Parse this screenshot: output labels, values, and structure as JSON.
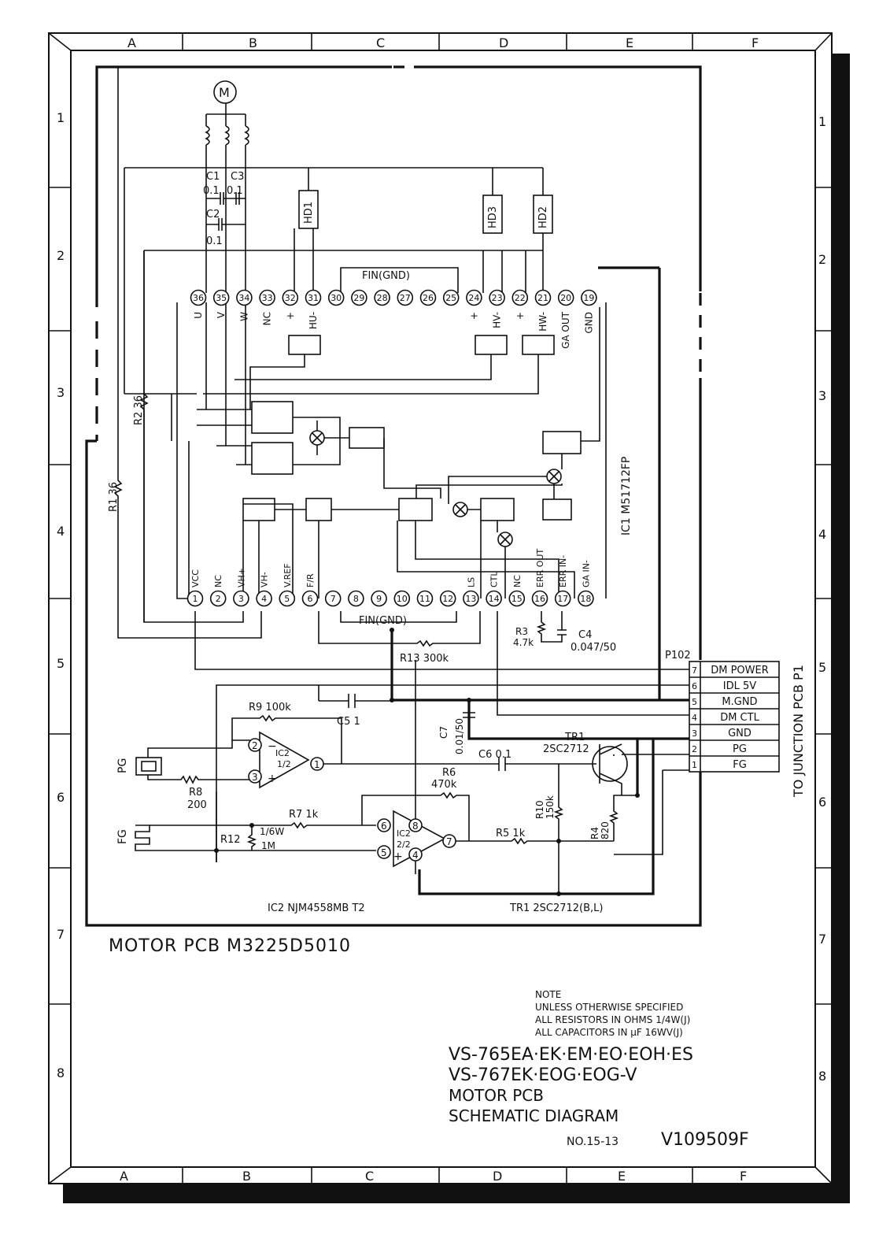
{
  "border": {
    "cols": [
      "A",
      "B",
      "C",
      "D",
      "E",
      "F"
    ],
    "rows": [
      "1",
      "2",
      "3",
      "4",
      "5",
      "6",
      "7",
      "8"
    ]
  },
  "motor": "M",
  "ic1": {
    "part": "IC1 M51712FP",
    "top_pins": [
      "36",
      "35",
      "34",
      "33",
      "32",
      "31",
      "30",
      "29",
      "28",
      "27",
      "26",
      "25",
      "24",
      "23",
      "22",
      "21",
      "20",
      "19"
    ],
    "top_labels": [
      "U",
      "V",
      "W",
      "NC",
      "+",
      "HU-",
      "",
      "",
      "",
      "",
      "",
      "",
      "+",
      "HV-",
      "+",
      "HW-",
      "GA OUT",
      "GND"
    ],
    "bottom_pins": [
      "1",
      "2",
      "3",
      "4",
      "5",
      "6",
      "7",
      "8",
      "9",
      "10",
      "11",
      "12",
      "13",
      "14",
      "15",
      "16",
      "17",
      "18"
    ],
    "bottom_labels": [
      "VCC",
      "NC",
      "VH+",
      "VH-",
      "V.REF",
      "F/R",
      "",
      "",
      "",
      "",
      "",
      "",
      "LS",
      "CTL",
      "NC",
      "ERR OUT",
      "ERR IN-",
      "GA IN-"
    ],
    "fin_top": "FIN(GND)",
    "fin_bottom": "FIN(GND)"
  },
  "hall": [
    "HD1",
    "HD3",
    "HD2"
  ],
  "components": {
    "c1": "C1",
    "c1_val": "0.1",
    "c3": "C3",
    "c3_val": "0.1",
    "c2": "C2",
    "c2_val": "0.1",
    "r1": "R1 36",
    "r2": "R2 36",
    "r3": "R3",
    "r3_val": "4.7k",
    "c4": "C4",
    "c4_val": "0.047/50",
    "r13": "R13 300k",
    "r9": "R9 100k",
    "c5": "C5 1",
    "c7": "C7",
    "c7_val": "0.01/50",
    "c6": "C6 0.1",
    "r8": "R8",
    "r8_val": "200",
    "r6": "R6",
    "r6_val": "470k",
    "r7": "R7 1k",
    "r12": "R12",
    "r12_val1": "1/6W",
    "r12_val2": "1M",
    "r10": "R10",
    "r10_val": "150k",
    "r5": "R5 1k",
    "r4": "R4",
    "r4_val": "820",
    "tr1": "TR1",
    "tr1_part": "2SC2712",
    "ic2a": "IC2",
    "ic2a_unit": "1/2",
    "ic2b": "IC2",
    "ic2b_unit": "2/2",
    "pg": "PG",
    "fg": "FG"
  },
  "opamp_pins": {
    "a_inv": "2",
    "a_non": "3",
    "a_out": "1",
    "b_inv": "6",
    "b_non": "5",
    "b_out": "7",
    "b_v_plus": "8",
    "b_v_minus": "4"
  },
  "connector": {
    "name": "P102",
    "pins": [
      {
        "num": "7",
        "label": "DM POWER"
      },
      {
        "num": "6",
        "label": "IDL 5V"
      },
      {
        "num": "5",
        "label": "M.GND"
      },
      {
        "num": "4",
        "label": "DM CTL"
      },
      {
        "num": "3",
        "label": "GND"
      },
      {
        "num": "2",
        "label": "PG"
      },
      {
        "num": "1",
        "label": "FG"
      }
    ],
    "to": "TO JUNCTION PCB P1"
  },
  "footer_parts": {
    "ic2": "IC2 NJM4558MB T2",
    "tr1": "TR1 2SC2712(B,L)"
  },
  "board_title": "MOTOR PCB M3225D5010",
  "note": [
    "NOTE",
    "UNLESS OTHERWISE SPECIFIED",
    "ALL RESISTORS IN OHMS 1/4W(J)",
    "ALL CAPACITORS IN μF 16WV(J)"
  ],
  "title_block": [
    "VS-765EA·EK·EM·EO·EOH·ES",
    "VS-767EK·EOG·EOG-V",
    "MOTOR PCB",
    "SCHEMATIC DIAGRAM"
  ],
  "doc_no": "NO.15-13",
  "doc_code": "V109509F"
}
